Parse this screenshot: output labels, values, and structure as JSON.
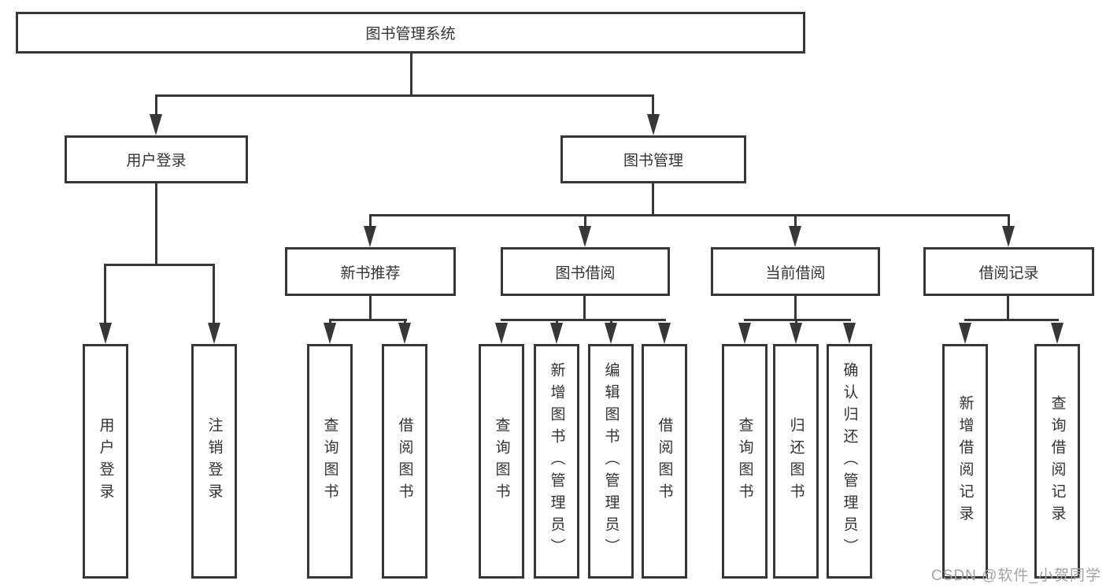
{
  "diagram": {
    "title": "图书管理系统",
    "type": "hierarchy-diagram",
    "colors": {
      "line": "#373737",
      "text": "#333333",
      "background": "#ffffff",
      "watermark": "#a3a3a3"
    },
    "watermark": "CSDN @软件_小贺同学"
  },
  "nodes": {
    "root": {
      "label": "图书管理系统"
    },
    "user_login": {
      "label": "用户登录",
      "parent": "root"
    },
    "book_mgmt": {
      "label": "图书管理",
      "parent": "root"
    },
    "leaf_user_login": {
      "label": "用户登录",
      "parent": "user_login"
    },
    "leaf_logout": {
      "label": "注销登录",
      "parent": "user_login"
    },
    "new_book_rec": {
      "label": "新书推荐",
      "parent": "book_mgmt"
    },
    "book_borrow": {
      "label": "图书借阅",
      "parent": "book_mgmt"
    },
    "current_borrow": {
      "label": "当前借阅",
      "parent": "book_mgmt"
    },
    "borrow_records": {
      "label": "借阅记录",
      "parent": "book_mgmt"
    },
    "nbr_query": {
      "label": "查询图书",
      "parent": "new_book_rec"
    },
    "nbr_borrow": {
      "label": "借阅图书",
      "parent": "new_book_rec"
    },
    "bb_query": {
      "label": "查询图书",
      "parent": "book_borrow"
    },
    "bb_add": {
      "label": "新增图书（管理员）",
      "parent": "book_borrow"
    },
    "bb_edit": {
      "label": "编辑图书（管理员）",
      "parent": "book_borrow"
    },
    "bb_borrow": {
      "label": "借阅图书",
      "parent": "book_borrow"
    },
    "cb_query": {
      "label": "查询图书",
      "parent": "current_borrow"
    },
    "cb_return": {
      "label": "归还图书",
      "parent": "current_borrow"
    },
    "cb_confirm": {
      "label": "确认归还（管理员）",
      "parent": "current_borrow"
    },
    "br_add": {
      "label": "新增借阅记录",
      "parent": "borrow_records"
    },
    "br_query": {
      "label": "查询借阅记录",
      "parent": "borrow_records"
    }
  }
}
